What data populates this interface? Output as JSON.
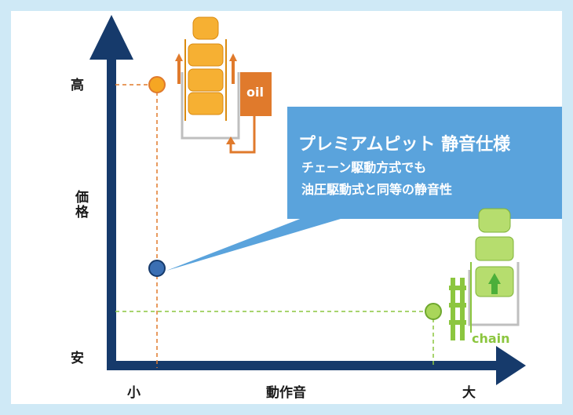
{
  "y_axis": {
    "label": "価格",
    "high": "高",
    "low": "安"
  },
  "x_axis": {
    "label": "動作音",
    "low": "小",
    "high": "大"
  },
  "callout": {
    "title": "プレミアムピット 静音仕様",
    "lines": [
      "チェーン駆動方式でも",
      "油圧駆動式と同等の静音性"
    ]
  },
  "oil_label": "oil",
  "chain_label": "chain",
  "colors": {
    "axis": "#163a6b",
    "oil": "#e07a2c",
    "premium": "#3b6fb3",
    "chain": "#8cc63f",
    "callout_bg": "#5aa3dc"
  }
}
